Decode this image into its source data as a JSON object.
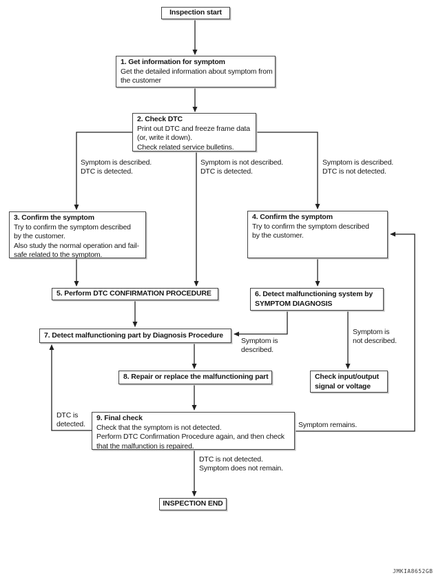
{
  "diagram": {
    "watermark": "JMKIA8652GB",
    "line_color": "#222222",
    "nodes": {
      "start": {
        "title": "Inspection start"
      },
      "step1": {
        "title": "1. Get information for symptom",
        "lines": [
          "Get the detailed information about symptom from",
          "the customer"
        ]
      },
      "step2": {
        "title": "2. Check DTC",
        "lines": [
          "Print out DTC and freeze frame data",
          "(or, write it down).",
          "Check related service bulletins."
        ]
      },
      "step3": {
        "title": "3. Confirm the symptom",
        "lines": [
          "Try to confirm the symptom described",
          "by the customer.",
          "Also study the normal operation and fail-",
          "safe related to the symptom."
        ]
      },
      "step4": {
        "title": "4. Confirm the symptom",
        "lines": [
          "Try to confirm the symptom described",
          "by the customer."
        ]
      },
      "step5": {
        "title": "5. Perform DTC CONFIRMATION PROCEDURE"
      },
      "step6": {
        "title": "6. Detect malfunctioning system by",
        "title2": "SYMPTOM DIAGNOSIS"
      },
      "step7": {
        "title": "7. Detect malfunctioning part by Diagnosis Procedure"
      },
      "step8": {
        "title": "8. Repair or replace the malfunctioning part"
      },
      "step9": {
        "title": "9. Final check",
        "lines": [
          "Check that the symptom is not detected.",
          "Perform DTC Confirmation Procedure again, and then check",
          "that the malfunction is repaired."
        ]
      },
      "check_io": {
        "title": "Check input/output",
        "title2": "signal or voltage"
      },
      "end": {
        "title": "INSPECTION END"
      }
    },
    "edge_labels": {
      "branch_left": [
        "Symptom is described.",
        "DTC is detected."
      ],
      "branch_mid": [
        "Symptom is not described.",
        "DTC is detected."
      ],
      "branch_right": [
        "Symptom is described.",
        "DTC is not detected."
      ],
      "symptom_described": [
        "Symptom is",
        "described."
      ],
      "symptom_not_described": [
        "Symptom is",
        "not described."
      ],
      "dtc_detected": [
        "DTC is",
        "detected."
      ],
      "symptom_remains": [
        "Symptom remains."
      ],
      "dtc_not_detected": [
        "DTC is not detected.",
        "Symptom does not remain."
      ]
    }
  }
}
